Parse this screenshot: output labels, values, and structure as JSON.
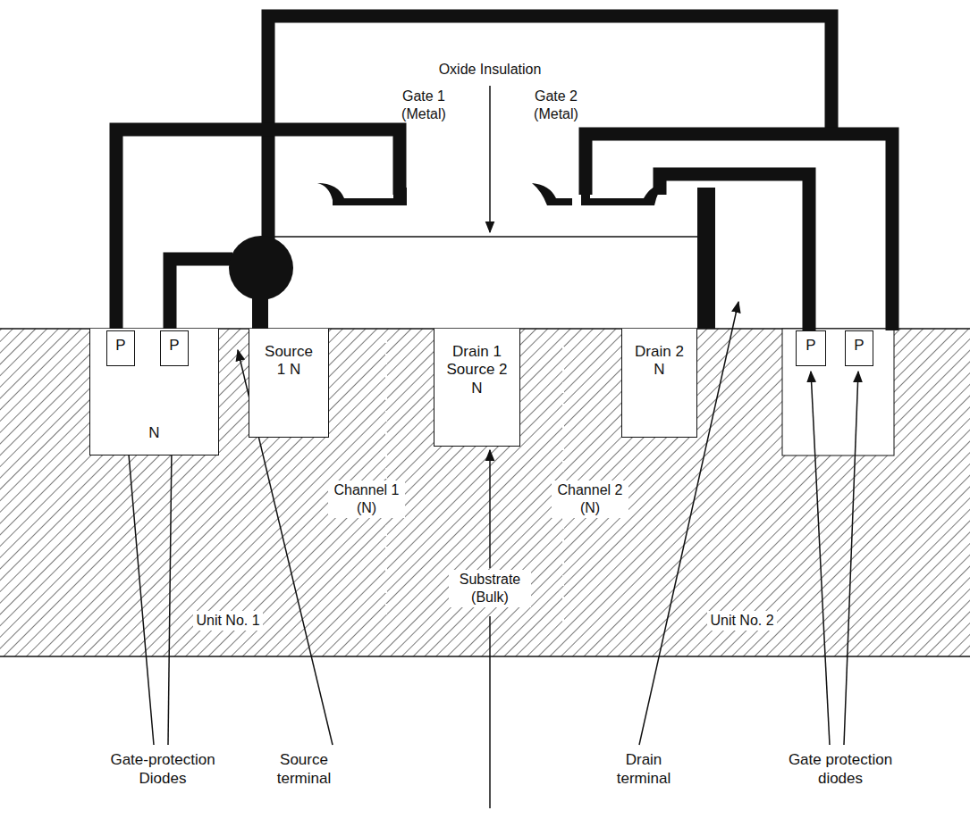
{
  "diagram": {
    "nodes": [
      {
        "text": [
          "N"
        ]
      },
      {
        "text": [
          "P"
        ],
        "in": 0
      },
      {
        "text": [
          "P"
        ],
        "in": 0
      },
      {
        "text": [
          "Source 1 N"
        ]
      },
      {
        "text": [
          "Drain 1 Source 2 N"
        ]
      },
      {
        "text": [
          "Drain 2 N"
        ]
      },
      {
        "text": [
          "P"
        ]
      },
      {
        "text": [
          "P"
        ]
      }
    ],
    "labels": [
      "Oxide Insulation",
      "Gate 1 (Metal)",
      "Gate 2 (Metal)",
      "Channel 1 (N)",
      "Channel 2 (N)",
      "Substrate (Bulk)",
      "Unit No. 1",
      "Unit No. 2",
      "Gate-protection Diodes",
      "Source terminal",
      "Drain terminal",
      "Gate protection diodes"
    ]
  }
}
